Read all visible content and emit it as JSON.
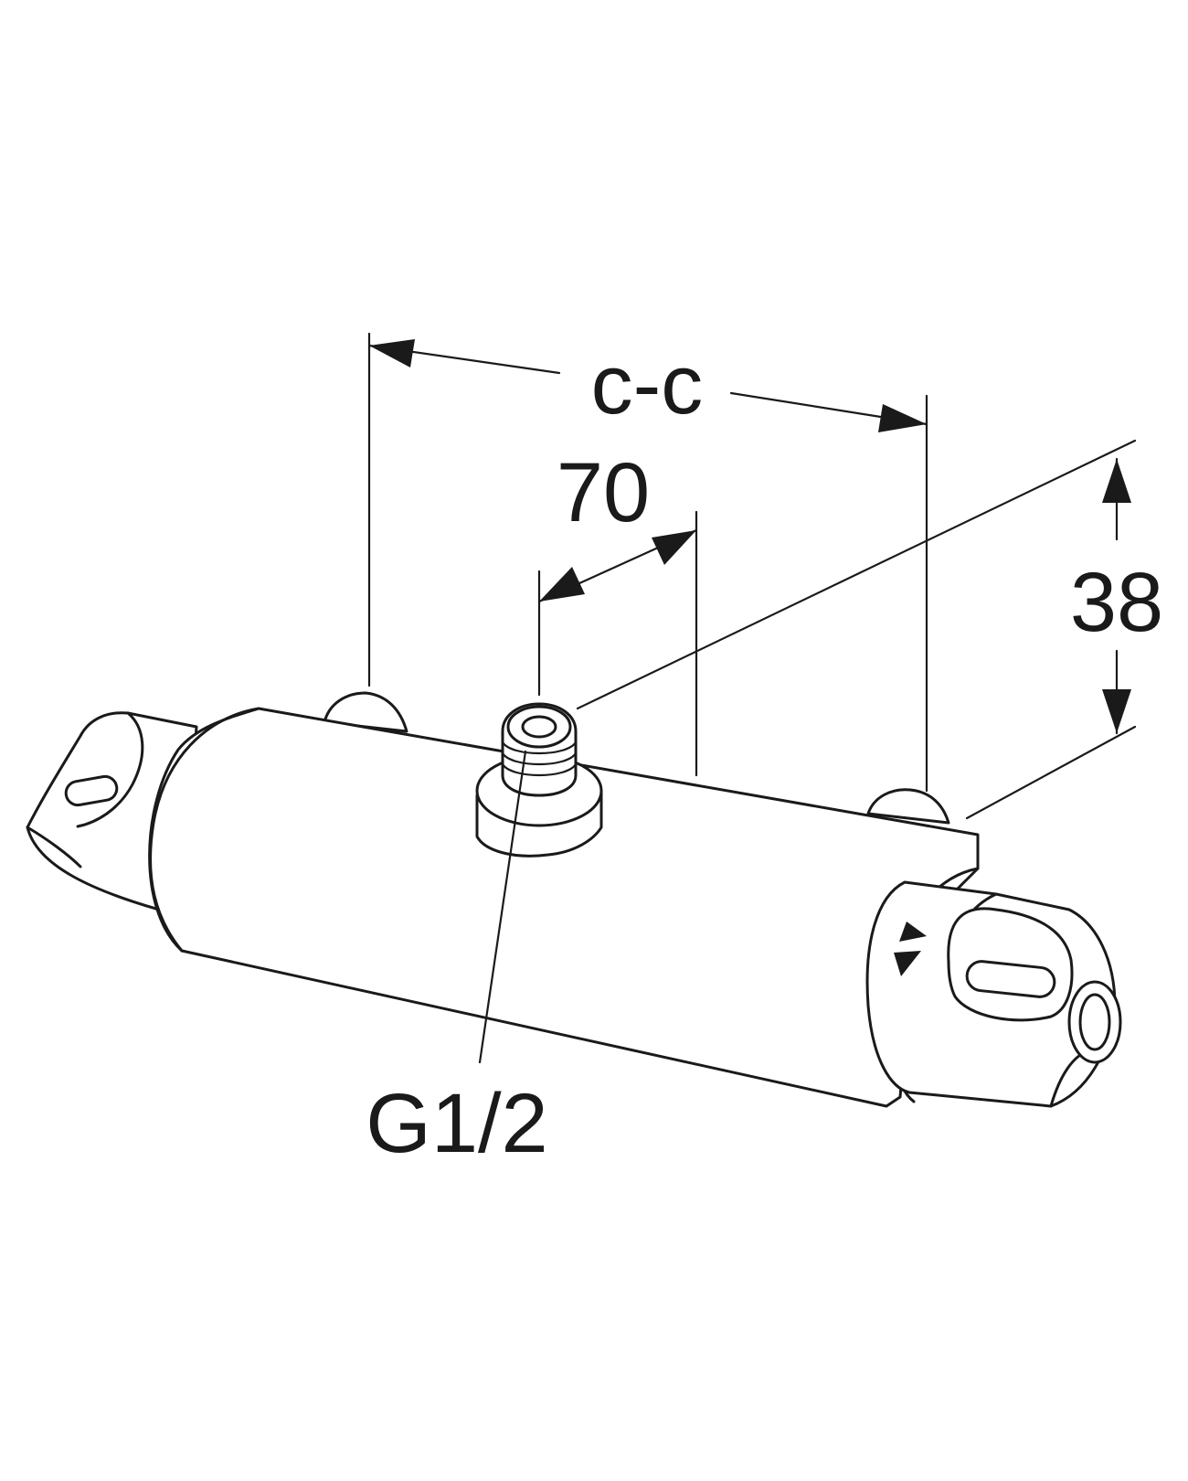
{
  "dimensions": {
    "center_to_center": "c-c",
    "outlet_offset": "70",
    "height": "38",
    "thread": "G1/2"
  },
  "colors": {
    "line": "#1a1a1a",
    "background": "#ffffff"
  }
}
